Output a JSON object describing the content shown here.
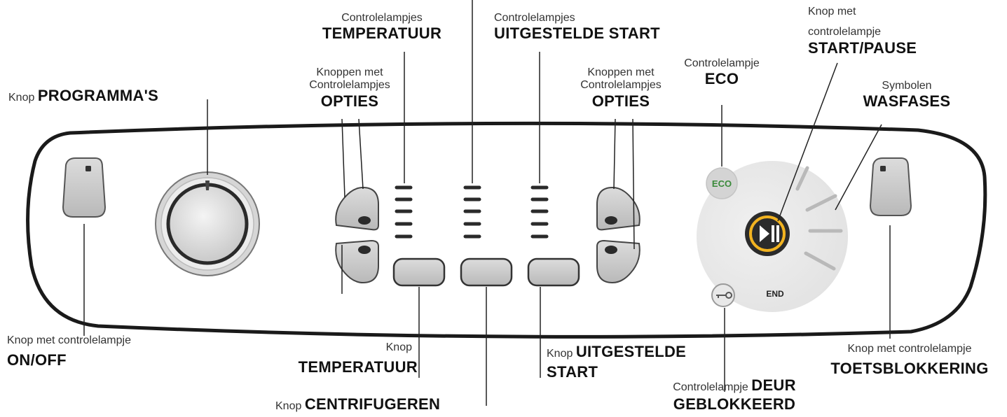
{
  "panel": {
    "eco_symbol": "ECO",
    "end_symbol": "END",
    "icons": [
      "power-button",
      "program-dial",
      "option-button",
      "start-pause-icon",
      "key-lock-icon",
      "lock-button"
    ]
  },
  "labels": {
    "programmas": {
      "prefix": "Knop",
      "title": "PROGRAMMA'S"
    },
    "opties_left": {
      "line1": "Knoppen met",
      "line2": "Controlelampjes",
      "title": "OPTIES"
    },
    "temp_lamps": {
      "line1": "Controlelampjes",
      "title": "TEMPERATUUR"
    },
    "uitgestelde_lamps": {
      "line1": "Controlelampjes",
      "title": "UITGESTELDE START"
    },
    "opties_right": {
      "line1": "Knoppen met",
      "line2": "Controlelampjes",
      "title": "OPTIES"
    },
    "eco": {
      "line1": "Controlelampje",
      "title": "ECO"
    },
    "start_pause": {
      "line1": "Knop met",
      "line2": "controlelampje",
      "title": "START/PAUSE"
    },
    "wasfases": {
      "line1": "Symbolen",
      "title": "WASFASES"
    },
    "on_off": {
      "line1": "Knop met controlelampje",
      "title": "ON/OFF"
    },
    "temp_knop": {
      "line1": "Knop",
      "title": "TEMPERATUUR"
    },
    "centrifugeren": {
      "prefix": "Knop",
      "title": "CENTRIFUGEREN"
    },
    "uitgestelde_knop": {
      "prefix": "Knop",
      "title1": "UITGESTELDE",
      "title2": "START"
    },
    "deur": {
      "prefix": "Controlelampje",
      "title1": "DEUR",
      "title2": "GEBLOKKEERD"
    },
    "toetsblokkering": {
      "line1": "Knop met controlelampje",
      "title": "TOETSBLOKKERING"
    }
  }
}
